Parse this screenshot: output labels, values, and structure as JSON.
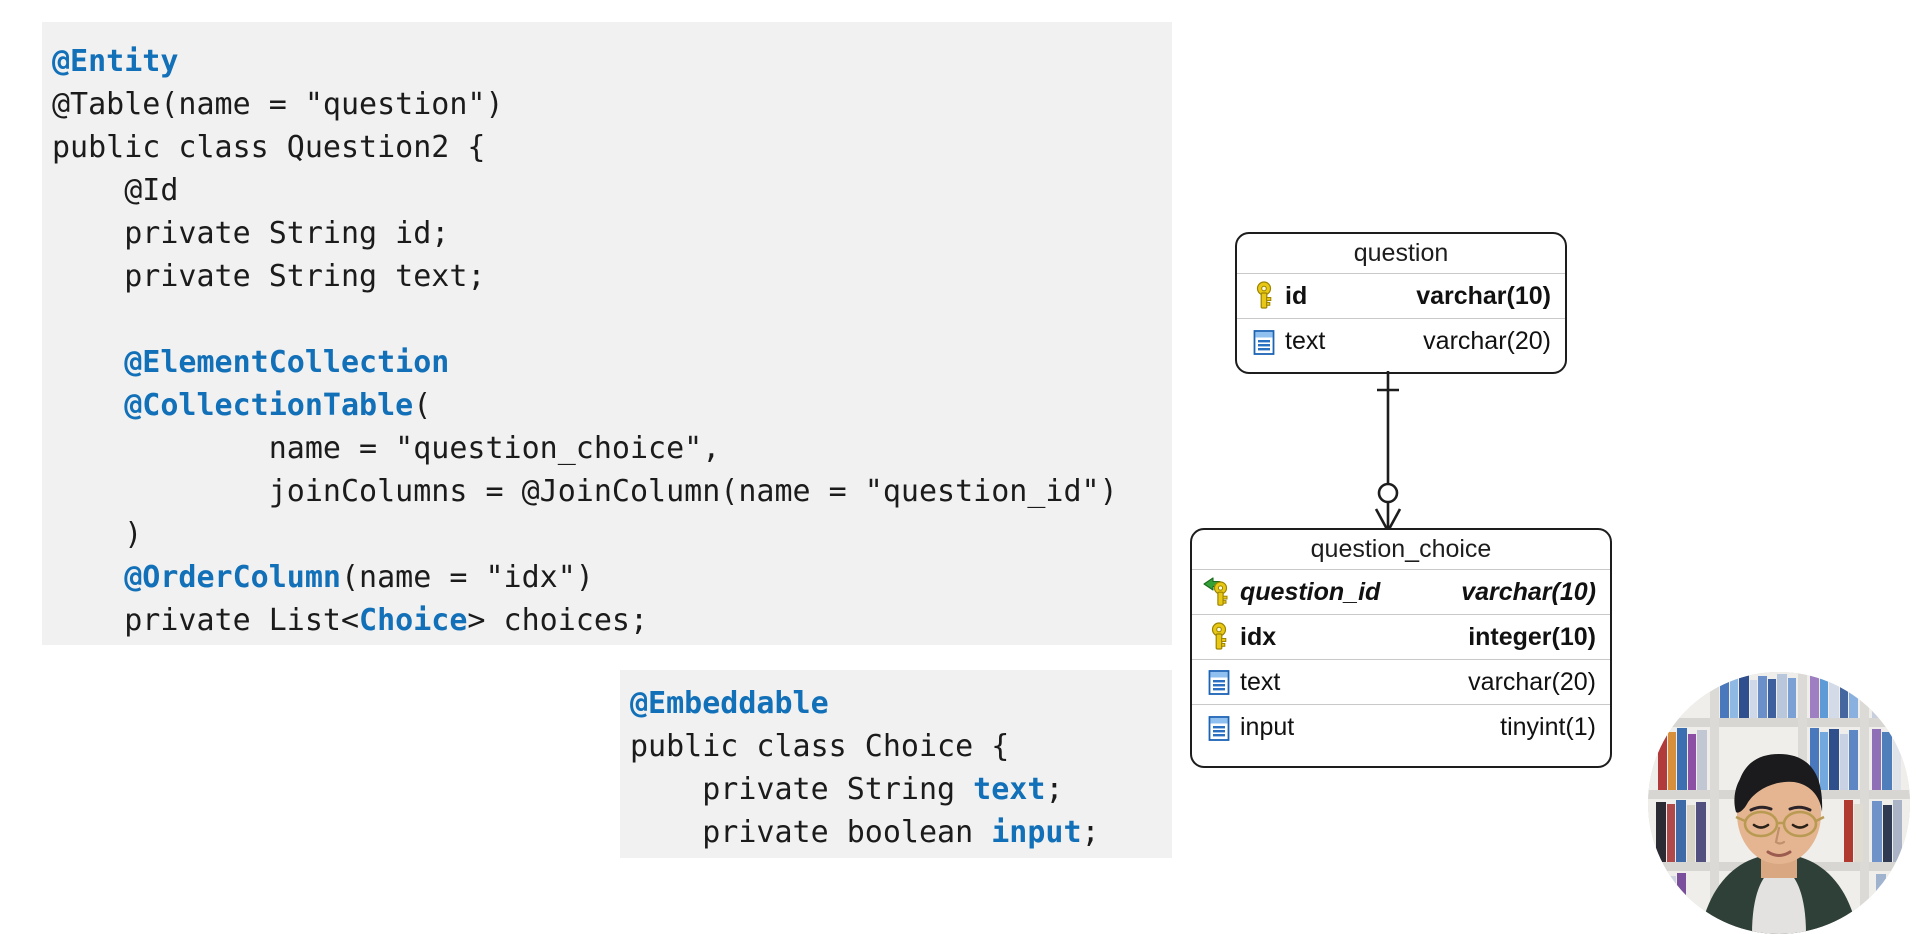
{
  "slide": {
    "background_color": "#ffffff",
    "code_bg_color": "#f1f1f1",
    "annotation_color": "#1270b8",
    "text_color": "#1b1b1b"
  },
  "code_entity": {
    "lines": [
      [
        {
          "t": "@Entity",
          "s": "anno"
        }
      ],
      [
        {
          "t": "@Table(name = \"question\")",
          "s": "plain"
        }
      ],
      [
        {
          "t": "public class Question2 {",
          "s": "plain"
        }
      ],
      [
        {
          "t": "    @Id",
          "s": "plain"
        }
      ],
      [
        {
          "t": "    private String id;",
          "s": "plain"
        }
      ],
      [
        {
          "t": "    private String text;",
          "s": "plain"
        }
      ],
      [
        {
          "t": "",
          "s": "plain"
        }
      ],
      [
        {
          "t": "    ",
          "s": "plain"
        },
        {
          "t": "@ElementCollection",
          "s": "anno"
        }
      ],
      [
        {
          "t": "    ",
          "s": "plain"
        },
        {
          "t": "@CollectionTable",
          "s": "anno"
        },
        {
          "t": "(",
          "s": "plain"
        }
      ],
      [
        {
          "t": "            name = \"question_choice\",",
          "s": "plain"
        }
      ],
      [
        {
          "t": "            joinColumns = @JoinColumn(name = \"question_id\")",
          "s": "plain"
        }
      ],
      [
        {
          "t": "    )",
          "s": "plain"
        }
      ],
      [
        {
          "t": "    ",
          "s": "plain"
        },
        {
          "t": "@OrderColumn",
          "s": "anno"
        },
        {
          "t": "(name = \"idx\")",
          "s": "plain"
        }
      ],
      [
        {
          "t": "    private List<",
          "s": "plain"
        },
        {
          "t": "Choice",
          "s": "type"
        },
        {
          "t": "> choices;",
          "s": "plain"
        }
      ]
    ]
  },
  "code_embeddable": {
    "lines": [
      [
        {
          "t": "@Embeddable",
          "s": "anno"
        }
      ],
      [
        {
          "t": "public class Choice {",
          "s": "plain"
        }
      ],
      [
        {
          "t": "    private String ",
          "s": "plain"
        },
        {
          "t": "text",
          "s": "type"
        },
        {
          "t": ";",
          "s": "plain"
        }
      ],
      [
        {
          "t": "    private boolean ",
          "s": "plain"
        },
        {
          "t": "input",
          "s": "type"
        },
        {
          "t": ";",
          "s": "plain"
        }
      ]
    ]
  },
  "er_diagram": {
    "tables": [
      {
        "name": "question",
        "columns": [
          {
            "name": "id",
            "type": "varchar(10)",
            "icon": "primary-key-icon",
            "role": "pk"
          },
          {
            "name": "text",
            "type": "varchar(20)",
            "icon": "column-icon",
            "role": "plain"
          }
        ]
      },
      {
        "name": "question_choice",
        "columns": [
          {
            "name": "question_id",
            "type": "varchar(10)",
            "icon": "foreign-key-icon",
            "role": "fk"
          },
          {
            "name": "idx",
            "type": "integer(10)",
            "icon": "primary-key-icon",
            "role": "pk"
          },
          {
            "name": "text",
            "type": "varchar(20)",
            "icon": "column-icon",
            "role": "plain"
          },
          {
            "name": "input",
            "type": "tinyint(1)",
            "icon": "column-icon",
            "role": "plain"
          }
        ]
      }
    ],
    "relationship": {
      "from": "question",
      "to": "question_choice",
      "from_cardinality": "one",
      "to_cardinality": "zero-or-many",
      "notation": "crows-foot"
    }
  },
  "webcam": {
    "label": "presenter-camera",
    "shape": "circle"
  }
}
